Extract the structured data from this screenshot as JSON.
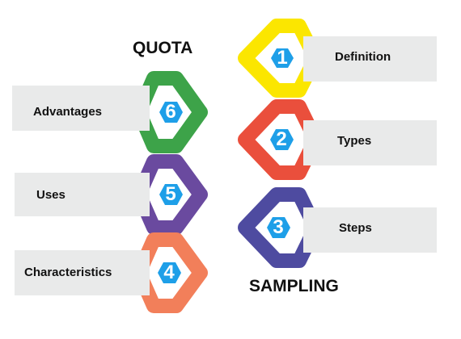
{
  "title_top": "QUOTA",
  "title_bottom": "SAMPLING",
  "colors": {
    "banner": "#e9eaea",
    "hexagon": "#1e9fe8",
    "text": "#111111"
  },
  "items": [
    {
      "number": "1",
      "label": "Definition",
      "color": "#fbe600"
    },
    {
      "number": "2",
      "label": "Types",
      "color": "#ea4f3c"
    },
    {
      "number": "3",
      "label": "Steps",
      "color": "#4e4ba0"
    },
    {
      "number": "4",
      "label": "Characteristics",
      "color": "#f27f5a"
    },
    {
      "number": "5",
      "label": "Uses",
      "color": "#6a4a9f"
    },
    {
      "number": "6",
      "label": "Advantages",
      "color": "#3da349"
    }
  ]
}
